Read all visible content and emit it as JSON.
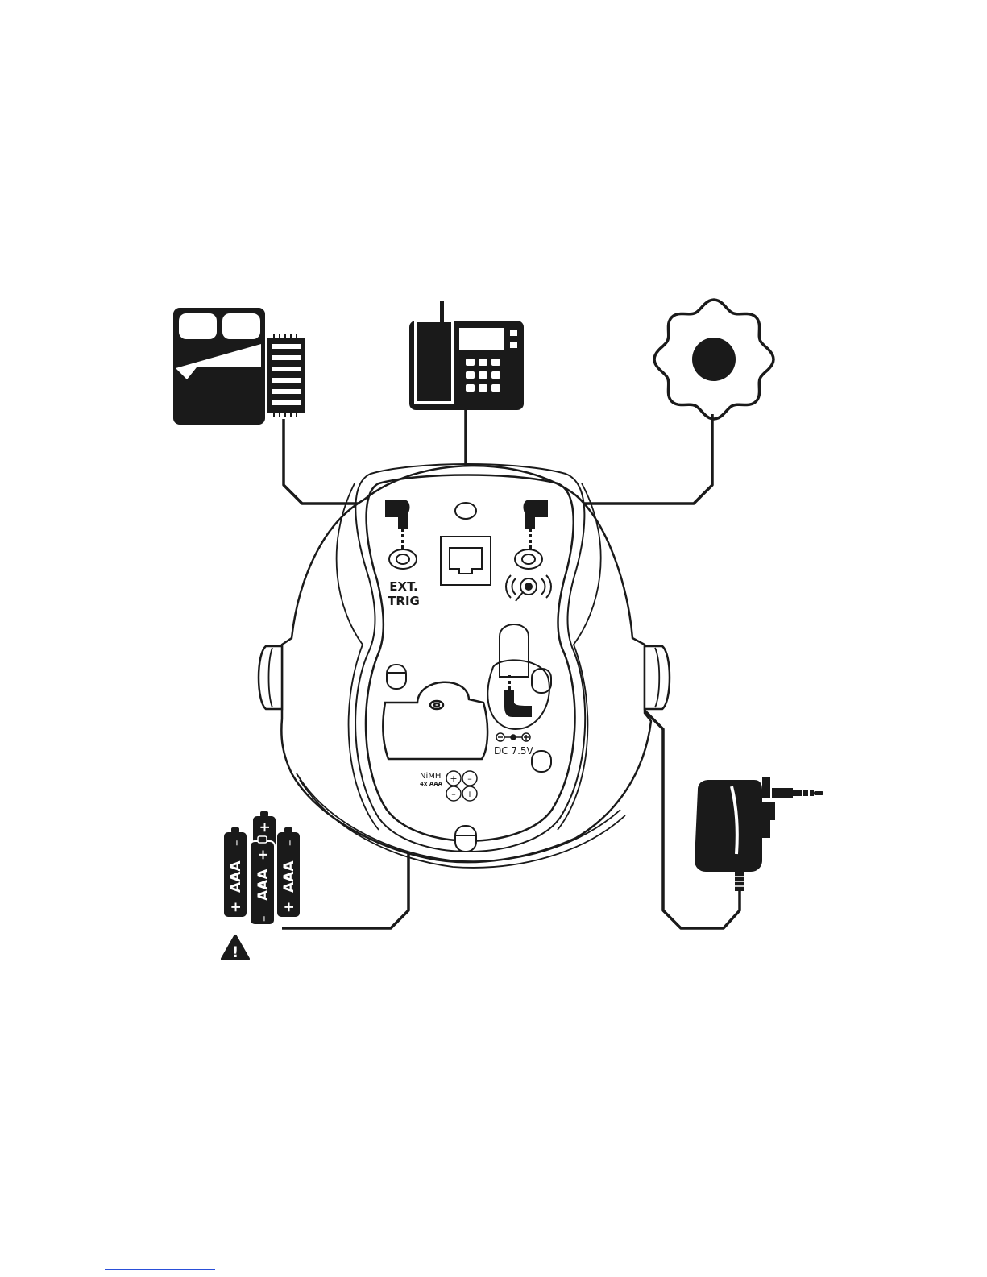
{
  "labels": {
    "ext_trig_line1": "EXT.",
    "ext_trig_line2": "TRIG",
    "dc_voltage": "DC 7.5V",
    "battery_type": "NiMH",
    "battery_count": "4x AAA",
    "battery_text": "AAA",
    "plus": "+",
    "minus": "–",
    "warning_mark": "!"
  },
  "icons": {
    "bed_shaker": "bed-shaker-icon",
    "telephone": "desk-phone-icon",
    "flash_strobe": "flash-strobe-icon",
    "batteries": "aaa-batteries-icon",
    "power_adapter": "power-adapter-icon",
    "warning": "warning-triangle-icon"
  },
  "colors": {
    "ink": "#1a1a1a",
    "paper": "#ffffff"
  }
}
